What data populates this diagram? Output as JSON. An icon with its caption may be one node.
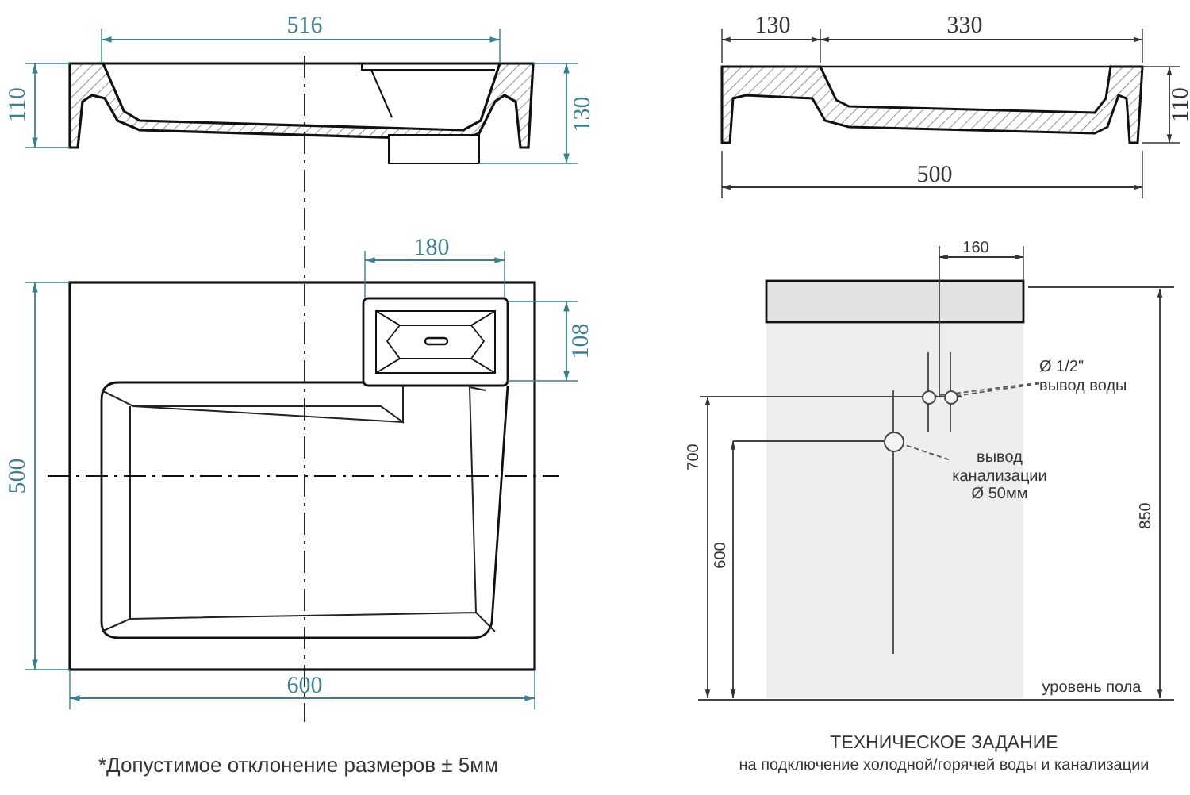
{
  "diagram": {
    "nodes": [
      {
        "text": [
          "Ø 1/2\" вывод воды"
        ]
      },
      {
        "text": [],
        "shape": "circle"
      },
      {
        "text": [],
        "shape": "circle"
      },
      {
        "text": [
          "вывод канализации Ø 50мм"
        ]
      },
      {
        "text": [],
        "shape": "circle"
      }
    ],
    "edges": [
      {
        "from": 0,
        "to": 1,
        "arrow": "none",
        "style": "dashed"
      },
      {
        "from": 0,
        "to": 2,
        "arrow": "none",
        "style": "dashed"
      },
      {
        "from": 3,
        "to": 4,
        "arrow": "none",
        "style": "dashed"
      }
    ],
    "labels": [
      "516",
      "130",
      "330",
      "110",
      "130",
      "110",
      "500",
      "180",
      "160",
      "108",
      "700",
      "500",
      "600",
      "850",
      "600",
      "уровень пола",
      "ТЕХНИЧЕСКОЕ ЗАДАНИЕ",
      "*Допустимое отклонение размеров ± 5мм",
      "на подключение холодной/горячей воды и канализации"
    ]
  }
}
